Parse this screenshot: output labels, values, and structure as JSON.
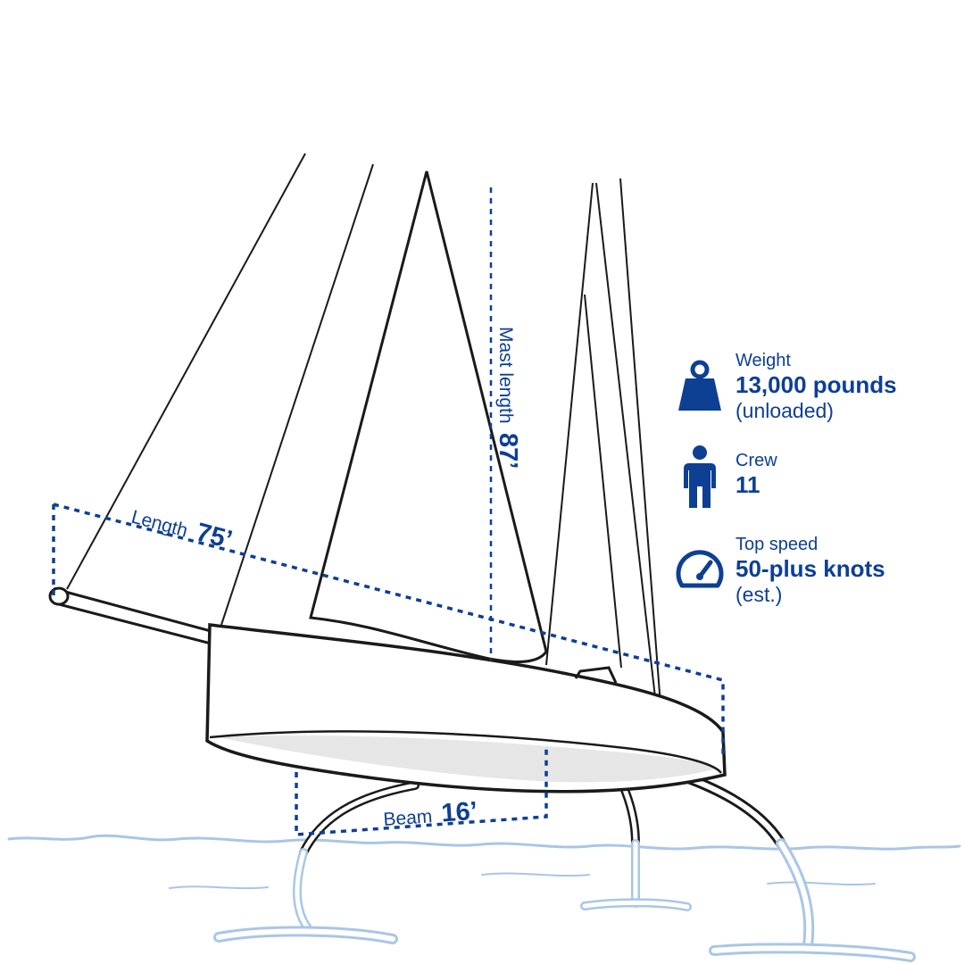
{
  "dimensions": {
    "length": {
      "label": "Length",
      "value": "75’"
    },
    "mast": {
      "label": "Mast length",
      "value": "87’"
    },
    "beam": {
      "label": "Beam",
      "value": "16’"
    }
  },
  "stats": [
    {
      "name": "Weight",
      "value": "13,000 pounds",
      "note": "(unloaded)",
      "icon": "weight-icon"
    },
    {
      "name": "Crew",
      "value": "11",
      "note": "",
      "icon": "person-icon"
    },
    {
      "name": "Top speed",
      "value": "50-plus knots",
      "note": "(est.)",
      "icon": "speedometer-icon"
    }
  ],
  "colors": {
    "accent": "#0d3f93",
    "outline": "#1a1a1a",
    "water": "#a9c6e6"
  }
}
